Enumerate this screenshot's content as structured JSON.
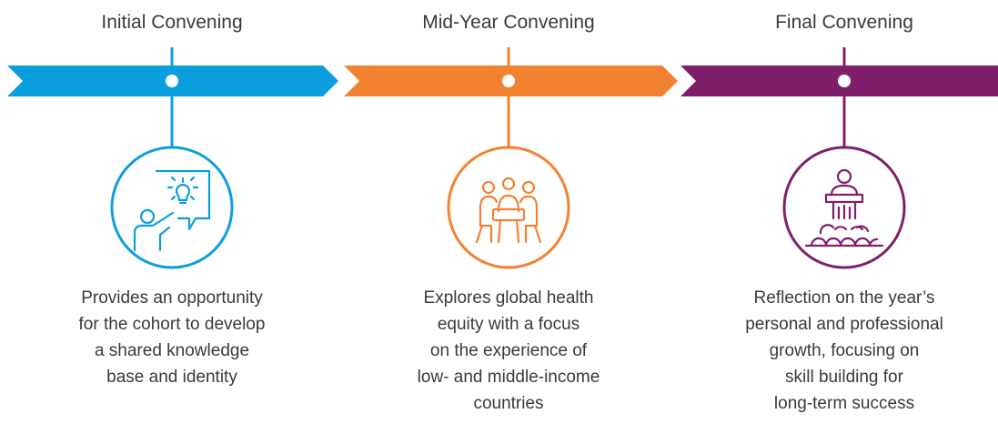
{
  "stages": [
    {
      "title": "Initial Convening",
      "color": "#0a9fdc",
      "icon": "presenter-lightbulb-icon",
      "description": [
        "Provides an opportunity",
        "for the cohort to develop",
        "a shared knowledge",
        "base and identity"
      ]
    },
    {
      "title": "Mid-Year Convening",
      "color": "#f28232",
      "icon": "group-meeting-icon",
      "description": [
        "Explores global health",
        "equity with a focus",
        "on the experience of",
        "low- and middle-income",
        "countries"
      ]
    },
    {
      "title": "Final Convening",
      "color": "#7f1f6b",
      "icon": "speaker-audience-icon",
      "description": [
        "Reflection on the year’s",
        "personal and professional",
        "growth, focusing on",
        "skill building for",
        "long-term success"
      ]
    }
  ]
}
